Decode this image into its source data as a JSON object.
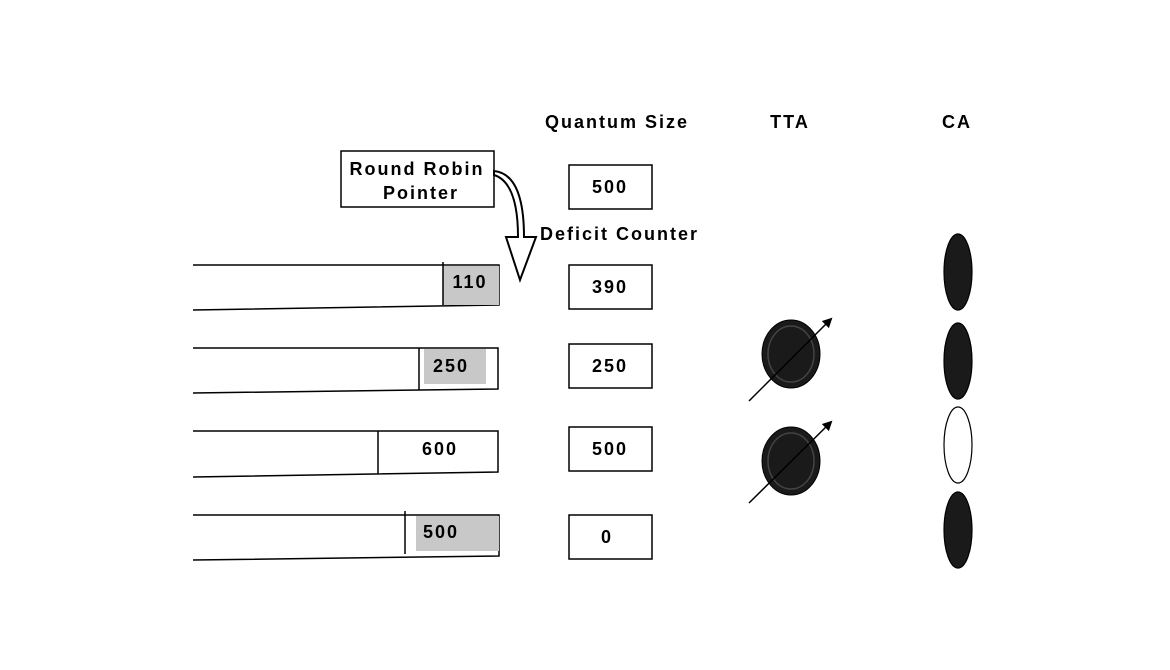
{
  "headers": {
    "quantum_size": "Quantum Size",
    "tta": "TTA",
    "ca": "CA"
  },
  "round_robin_pointer": {
    "line1": "Round Robin",
    "line2": "Pointer"
  },
  "quantum_value": "500",
  "deficit_counter_label": "Deficit Counter",
  "queues": [
    {
      "packet_value": "110",
      "packet_shaded": true,
      "deficit_counter": "390",
      "tta_symbol": false,
      "ca_state": "filled"
    },
    {
      "packet_value": "250",
      "packet_shaded": true,
      "deficit_counter": "250",
      "tta_symbol": true,
      "ca_state": "filled"
    },
    {
      "packet_value": "600",
      "packet_shaded": false,
      "deficit_counter": "500",
      "tta_symbol": true,
      "ca_state": "empty"
    },
    {
      "packet_value": "500",
      "packet_shaded": true,
      "deficit_counter": "0",
      "tta_symbol": false,
      "ca_state": "filled"
    }
  ],
  "colors": {
    "packet_shade": "#c8c8c8",
    "filled_symbol": "#1a1a1a"
  }
}
